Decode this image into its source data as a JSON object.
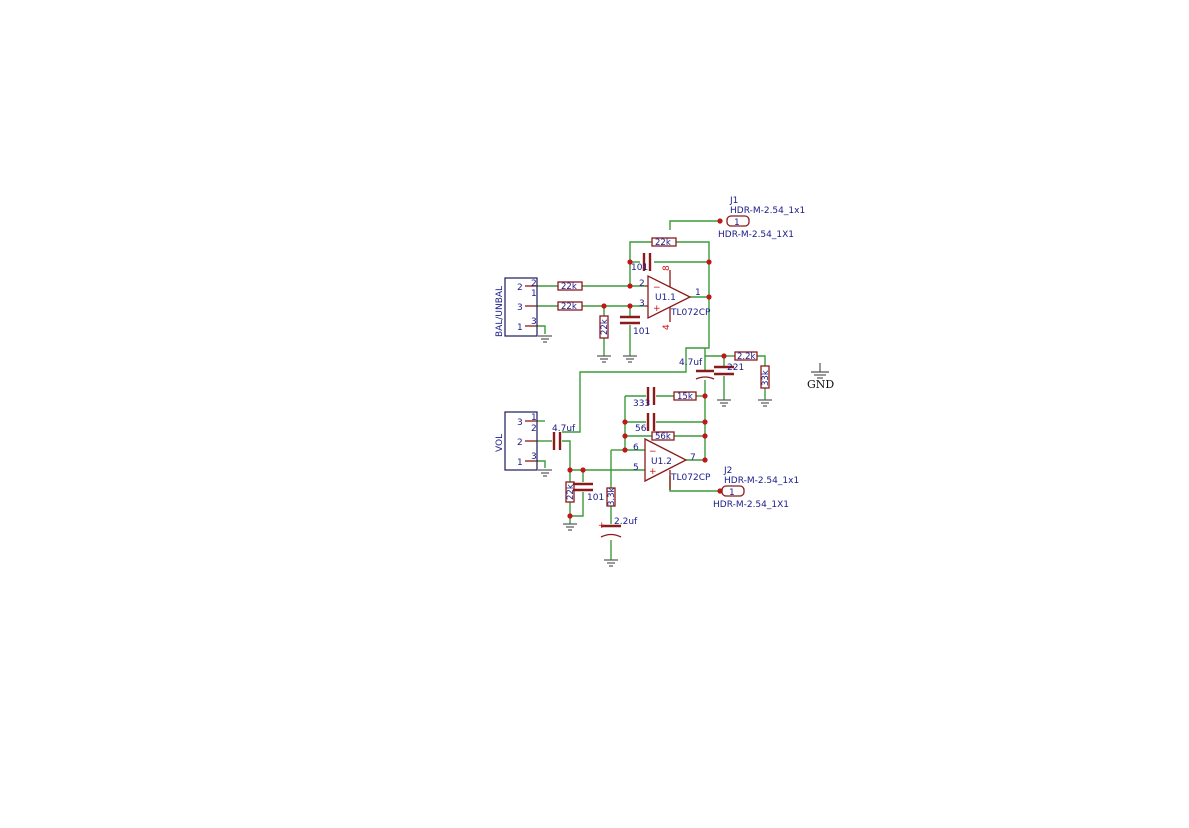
{
  "connectors": {
    "bal": {
      "name": "BAL/UNBAL",
      "pins": [
        "2",
        "3",
        "1"
      ],
      "inner": [
        "2",
        "1",
        "3"
      ]
    },
    "vol": {
      "name": "VOL",
      "pins": [
        "3",
        "2",
        "1"
      ],
      "inner": [
        "1",
        "2",
        "3"
      ]
    },
    "j1": {
      "ref": "J1",
      "value": "HDR-M-2.54_1x1",
      "footprint": "HDR-M-2.54_1X1",
      "pin": "1"
    },
    "j2": {
      "ref": "J2",
      "value": "HDR-M-2.54_1x1",
      "footprint": "HDR-M-2.54_1X1",
      "pin": "1"
    }
  },
  "opamps": {
    "u1a": {
      "ref": "U1.1",
      "part": "TL072CP",
      "pin_inv": "2",
      "pin_noninv": "3",
      "pin_out": "1",
      "pin_vplus": "8",
      "pin_vminus": "4"
    },
    "u1b": {
      "ref": "U1.2",
      "part": "TL072CP",
      "pin_inv": "6",
      "pin_noninv": "5",
      "pin_out": "7"
    }
  },
  "resistors": {
    "r_in1": "22k",
    "r_in2": "22k",
    "r_fb1": "22k",
    "r_gnd1": "22k",
    "r_15k": "15k",
    "r_56k": "56k",
    "r_22k_vol": "22k",
    "r_33k_small": "3.3k",
    "r_2k2": "2.2k",
    "r_33k": "33k"
  },
  "capacitors": {
    "c_fb1": "101",
    "c_in1": "101",
    "c_47_out": "4.7uf",
    "c_221": "221",
    "c_333": "333",
    "c_56": "56",
    "c_47_in": "4.7uf",
    "c_101_vol": "101",
    "c_22uf": "2.2uf"
  },
  "gnd_label": "GND",
  "plus_sign": "+",
  "minus_sign": "−"
}
